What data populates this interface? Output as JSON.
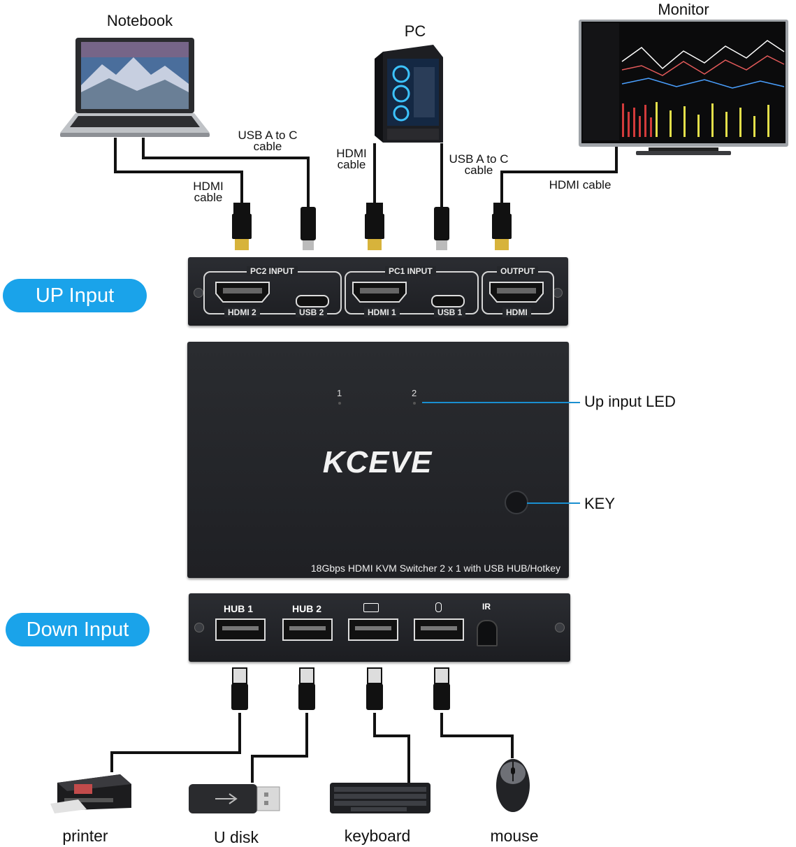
{
  "devices": {
    "notebook": "Notebook",
    "pc": "PC",
    "monitor": "Monitor",
    "printer": "printer",
    "udisk": "U disk",
    "keyboard": "keyboard",
    "mouse": "mouse"
  },
  "cables": {
    "notebook_usb": [
      "USB A to C",
      "cable"
    ],
    "notebook_hdmi": [
      "HDMI",
      "cable"
    ],
    "pc_hdmi": [
      "HDMI",
      "cable"
    ],
    "pc_usb": [
      "USB A to C",
      "cable"
    ],
    "monitor_hdmi": "HDMI cable"
  },
  "up_panel": {
    "badge": "UP Input",
    "pc2_input": "PC2 INPUT",
    "pc1_input": "PC1 INPUT",
    "output": "OUTPUT",
    "hdmi2": "HDMI 2",
    "usb2": "USB 2",
    "hdmi1": "HDMI 1",
    "usb1": "USB 1",
    "hdmi": "HDMI"
  },
  "top_panel": {
    "led1": "1",
    "led2": "2",
    "brand": "KCEVE",
    "caption": "18Gbps HDMI KVM Switcher 2 x 1 with USB HUB/Hotkey",
    "led_callout": "Up input LED",
    "key_callout": "KEY"
  },
  "down_panel": {
    "badge": "Down Input",
    "hub1": "HUB  1",
    "hub2": "HUB  2",
    "ir": "IR"
  },
  "colors": {
    "badge": "#1aa3ea",
    "callout_line": "#1a8fd0",
    "panel": "#232529"
  }
}
